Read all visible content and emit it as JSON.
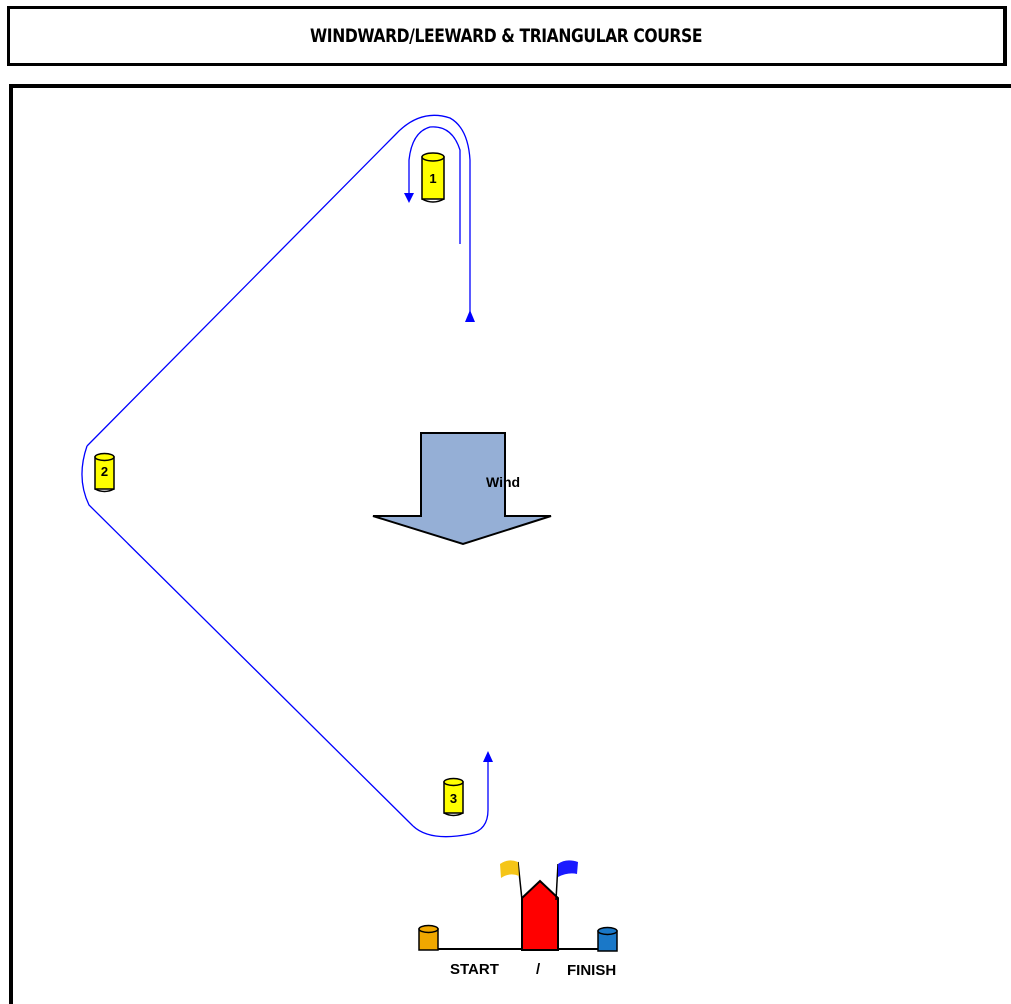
{
  "header": {
    "title": "WINDWARD/LEEWARD & TRIANGULAR COURSE"
  },
  "marks": [
    {
      "label": "1",
      "color": "#ffff00"
    },
    {
      "label": "2",
      "color": "#ffff00"
    },
    {
      "label": "3",
      "color": "#ffff00"
    }
  ],
  "wind": {
    "label": "Wind",
    "color": "#95afd6"
  },
  "start_finish": {
    "start_label": "START",
    "separator": "/",
    "finish_label": "FINISH",
    "start_buoy_color": "#f0a800",
    "finish_buoy_color": "#1a78c8",
    "committee_boat_color": "#ff0000",
    "start_flag_color": "#f5c518",
    "finish_flag_color": "#1a1aff"
  },
  "course_line_color": "#0000ff"
}
